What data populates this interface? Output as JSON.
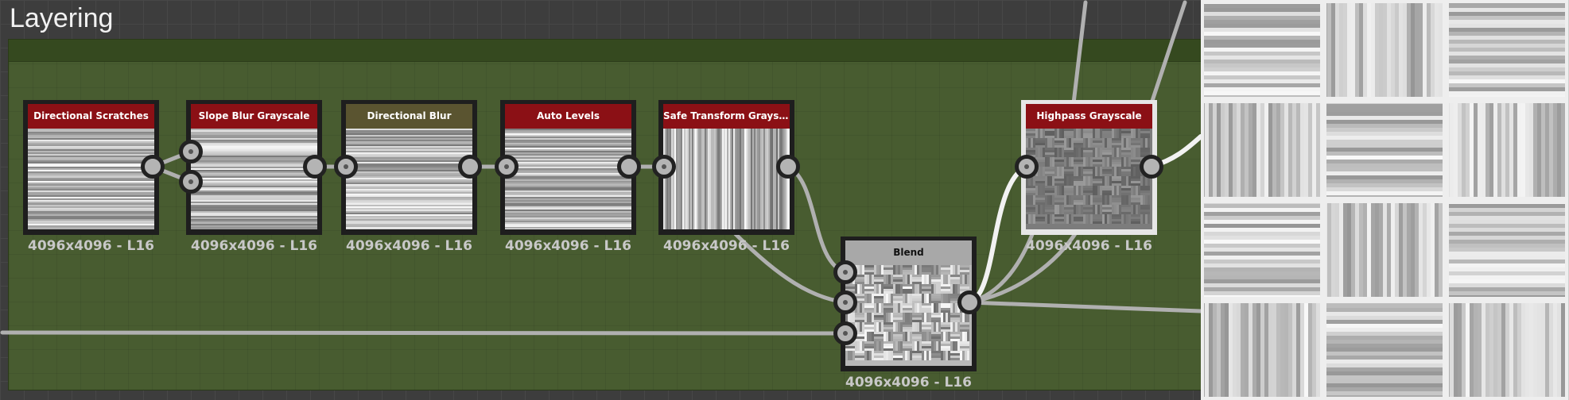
{
  "frame": {
    "title": "Layering",
    "color": "#485c30"
  },
  "nodes": [
    {
      "title": "Directional Scratches",
      "resolution": "4096x4096 - L16",
      "header_color": "#8b1015",
      "texture": "horizontal"
    },
    {
      "title": "Slope Blur Grayscale",
      "resolution": "4096x4096 - L16",
      "header_color": "#8b1015",
      "texture": "horizontal"
    },
    {
      "title": "Directional Blur",
      "resolution": "4096x4096 - L16",
      "header_color": "#5a5430",
      "texture": "horizontal"
    },
    {
      "title": "Auto Levels",
      "resolution": "4096x4096 - L16",
      "header_color": "#8b1015",
      "texture": "horizontal"
    },
    {
      "title": "Safe Transform Graysc...",
      "resolution": "4096x4096 - L16",
      "header_color": "#8b1015",
      "texture": "vertical"
    },
    {
      "title": "Blend",
      "resolution": "4096x4096 - L16",
      "header_color": "#a8a8a8",
      "texture": "weave"
    },
    {
      "title": "Highpass Grayscale",
      "resolution": "4096x4096 - L16",
      "header_color": "#8b1015",
      "texture": "weave-dark",
      "selected": true
    }
  ],
  "preview": {
    "texture": "basket-weave"
  }
}
